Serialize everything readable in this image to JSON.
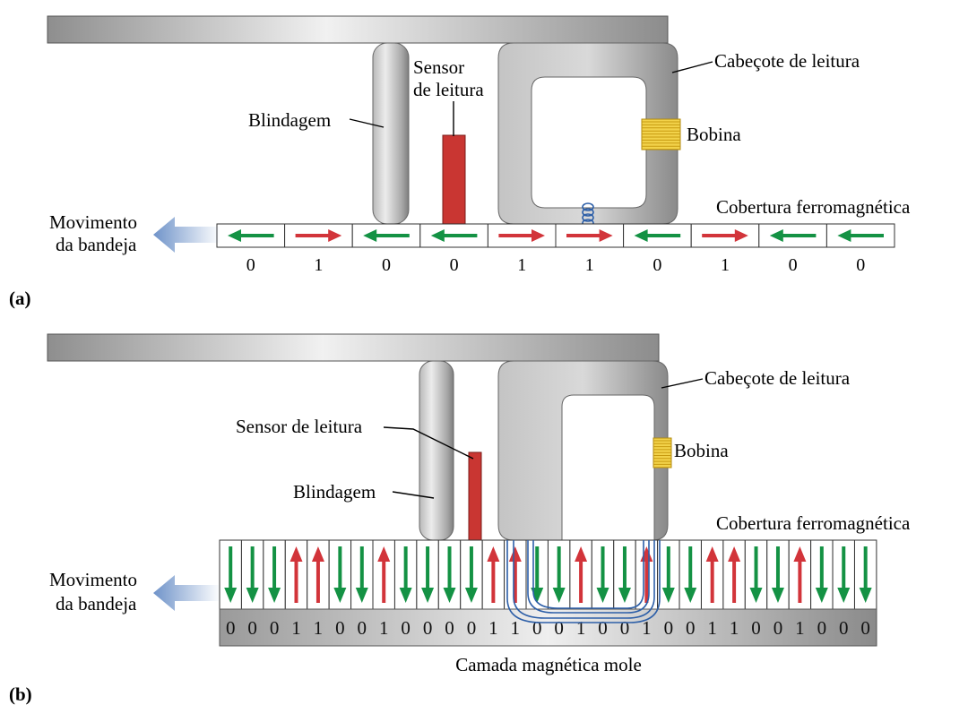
{
  "panel_a": {
    "tag": "(a)",
    "labels": {
      "blindagem": "Blindagem",
      "sensor_line1": "Sensor",
      "sensor_line2": "de leitura",
      "cabecote": "Cabeçote de leitura",
      "bobina": "Bobina",
      "cobertura": "Cobertura ferromagnética",
      "movimento_line1": "Movimento",
      "movimento_line2": "da bandeja"
    },
    "bits": [
      "0",
      "1",
      "0",
      "0",
      "1",
      "1",
      "0",
      "1",
      "0",
      "0"
    ]
  },
  "panel_b": {
    "tag": "(b)",
    "labels": {
      "sensor": "Sensor de leitura",
      "blindagem": "Blindagem",
      "cabecote": "Cabeçote de leitura",
      "bobina": "Bobina",
      "cobertura": "Cobertura ferromagnética",
      "movimento_line1": "Movimento",
      "movimento_line2": "da bandeja",
      "camada": "Camada magnética mole"
    },
    "bits": [
      "0",
      "0",
      "0",
      "1",
      "1",
      "0",
      "0",
      "1",
      "0",
      "0",
      "0",
      "0",
      "1",
      "1",
      "0",
      "0",
      "1",
      "0",
      "0",
      "1",
      "0",
      "0",
      "1",
      "1",
      "0",
      "0",
      "1",
      "0",
      "0",
      "0"
    ]
  },
  "colors": {
    "arrow_red": "#d2343a",
    "arrow_green": "#149244",
    "sensor_red": "#c93632",
    "coil_yellow": "#f2d24a",
    "coil_blue": "#2d5fa8",
    "motion_arrow": "#7f9fcf"
  }
}
